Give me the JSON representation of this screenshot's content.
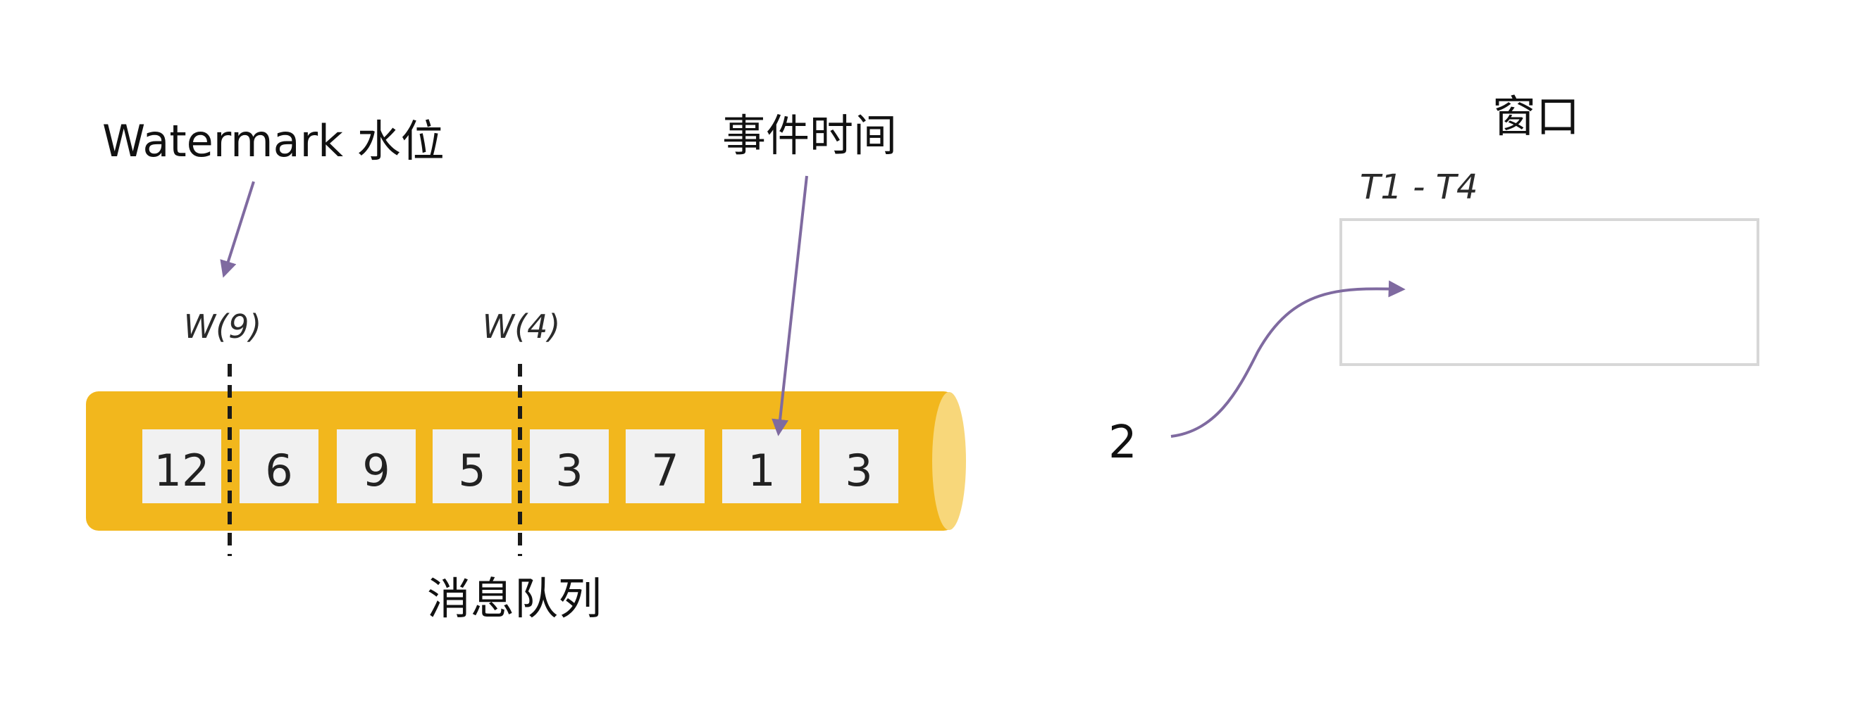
{
  "labels": {
    "watermark": "Watermark 水位",
    "event_time": "事件时间",
    "message_queue": "消息队列",
    "window": "窗口",
    "window_range": "T1 - T4"
  },
  "watermarks": [
    "W(9)",
    "W(4)"
  ],
  "queue_events": [
    "12",
    "6",
    "9",
    "5",
    "3",
    "7",
    "1",
    "3"
  ],
  "incoming_event": "2",
  "colors": {
    "pipe_fill": "#f2b71d",
    "pipe_end": "#f8d77a",
    "cell_fill": "#f1f1f1",
    "arrow": "#7f6aa0",
    "window_border": "#d7d7d7",
    "dashed_line": "#1a1a1a"
  }
}
